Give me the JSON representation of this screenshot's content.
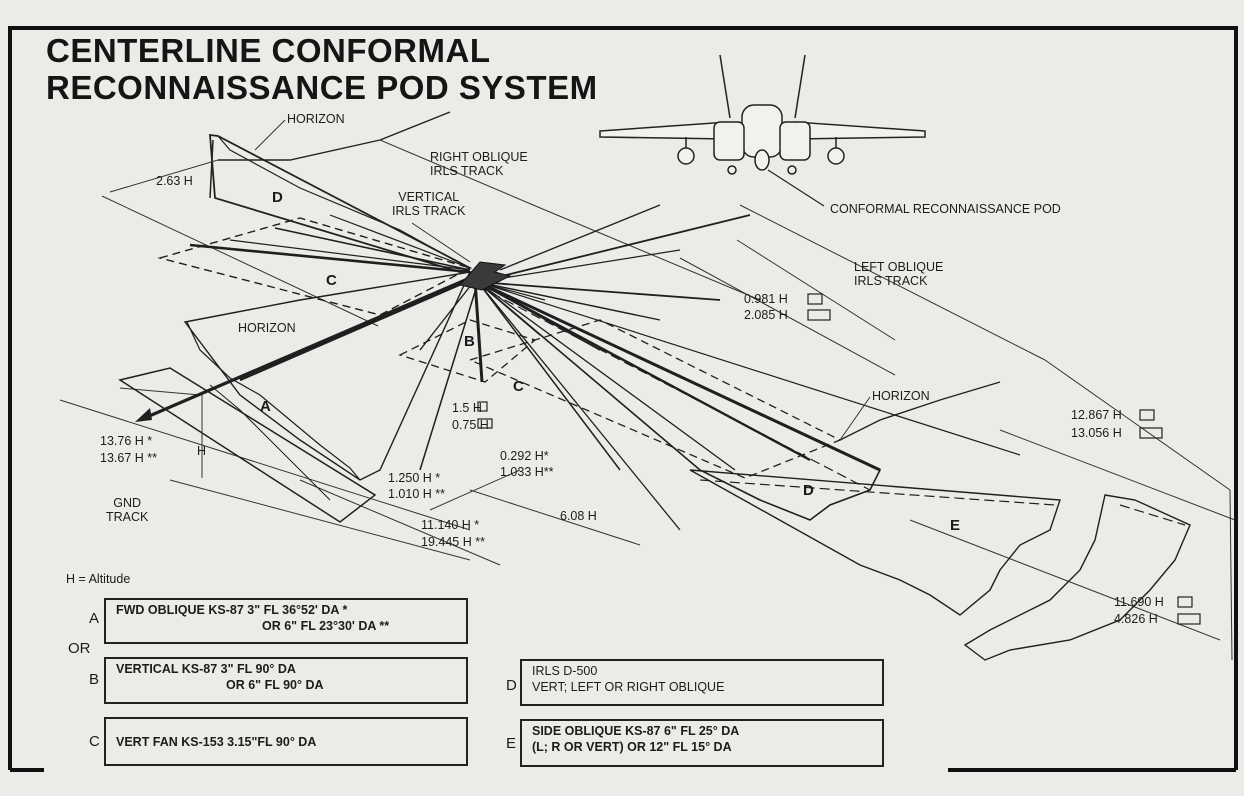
{
  "title": {
    "line1": "CENTERLINE CONFORMAL",
    "line2": "RECONNAISSANCE POD SYSTEM"
  },
  "labels": {
    "horizon_top": "HORIZON",
    "horizon_left": "HORIZON",
    "horizon_right": "HORIZON",
    "right_oblique_1": "RIGHT OBLIQUE",
    "right_oblique_2": "IRLS TRACK",
    "vertical_1": "VERTICAL",
    "vertical_2": "IRLS TRACK",
    "left_oblique_1": "LEFT OBLIQUE",
    "left_oblique_2": "IRLS TRACK",
    "conformal_pod": "CONFORMAL RECONNAISSANCE POD",
    "gnd_track_1": "GND",
    "gnd_track_2": "TRACK",
    "altitude_h": "H",
    "altitude_note": "H = Altitude"
  },
  "dimensions": {
    "d_263": "2.63 H",
    "d_0981": "0.981 H",
    "d_2085": "2.085 H",
    "d_1376": "13.76 H *",
    "d_1367": "13.67 H **",
    "d_15": "1.5 H",
    "d_075": "0.75 H",
    "d_1250": "1.250 H *",
    "d_1010": "1.010 H **",
    "d_0292": "0.292 H*",
    "d_1033": "1.033 H**",
    "d_11140": "11.140 H *",
    "d_19445": "19.445 H **",
    "d_608": "6.08 H",
    "d_12867": "12.867 H",
    "d_13056": "13.056 H",
    "d_11690": "11.690 H",
    "d_4826": "4.826 H"
  },
  "zones": [
    "A",
    "B",
    "C",
    "C",
    "D",
    "D",
    "E"
  ],
  "legend": {
    "or": "OR",
    "a_letter": "A",
    "a_line1": "FWD OBLIQUE KS-87 3\" FL 36°52' DA *",
    "a_line2": "OR 6\" FL 23°30' DA **",
    "b_letter": "B",
    "b_line1": "VERTICAL KS-87 3\" FL 90° DA",
    "b_line2": "OR 6\" FL 90° DA",
    "c_letter": "C",
    "c_line1": "VERT FAN KS-153 3.15\"FL  90° DA",
    "d_letter": "D",
    "d_line1": "IRLS D-500",
    "d_line2": "VERT; LEFT OR RIGHT OBLIQUE",
    "e_letter": "E",
    "e_line1": "SIDE OBLIQUE KS-87  6\" FL 25° DA",
    "e_line2": "(L; R OR VERT)     OR 12\" FL 15° DA"
  }
}
